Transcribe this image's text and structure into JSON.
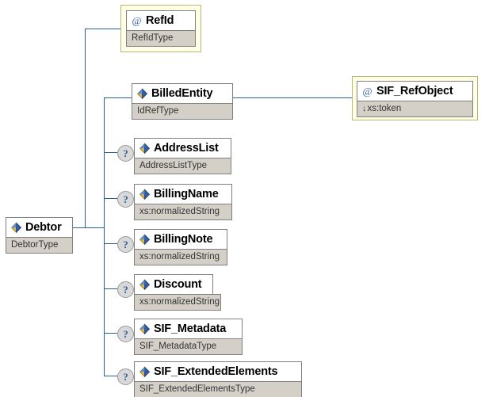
{
  "diagram": {
    "title": "Debtor XML Schema element tree",
    "colors": {
      "connector": "#2c5f96",
      "attribute_container": "#ffffe8",
      "attribute_border": "#b9b977",
      "type_bar": "#d4d0c8",
      "header_bg": "#ffffff",
      "box_border": "#808080",
      "optional_marker": "#d8d8d8"
    }
  },
  "root": {
    "name": "Debtor",
    "type": "DebtorType",
    "icon": "element-icon",
    "optional": false
  },
  "attributes": [
    {
      "name": "RefId",
      "type": "RefIdType",
      "icon": "attribute-icon",
      "optional": false,
      "container": "attribute-group-box"
    }
  ],
  "children": [
    {
      "name": "BilledEntity",
      "type": "IdRefType",
      "icon": "element-icon",
      "optional": false
    },
    {
      "name": "AddressList",
      "type": "AddressListType",
      "icon": "element-icon",
      "optional": true,
      "marker": "?"
    },
    {
      "name": "BillingName",
      "type": "xs:normalizedString",
      "icon": "element-icon",
      "optional": true,
      "marker": "?"
    },
    {
      "name": "BillingNote",
      "type": "xs:normalizedString",
      "icon": "element-icon",
      "optional": true,
      "marker": "?"
    },
    {
      "name": "Discount",
      "type": "xs:normalizedString",
      "icon": "element-icon",
      "optional": true,
      "marker": "?"
    },
    {
      "name": "SIF_Metadata",
      "type": "SIF_MetadataType",
      "icon": "element-icon",
      "optional": true,
      "marker": "?"
    },
    {
      "name": "SIF_ExtendedElements",
      "type": "SIF_ExtendedElementsType",
      "icon": "element-icon",
      "optional": true,
      "marker": "?"
    }
  ],
  "grandchildren": [
    {
      "parent": "BilledEntity",
      "name": "SIF_RefObject",
      "type": "xs:token",
      "type_prefix": "↓",
      "icon": "attribute-icon",
      "optional": false,
      "container": "attribute-group-box"
    }
  ]
}
